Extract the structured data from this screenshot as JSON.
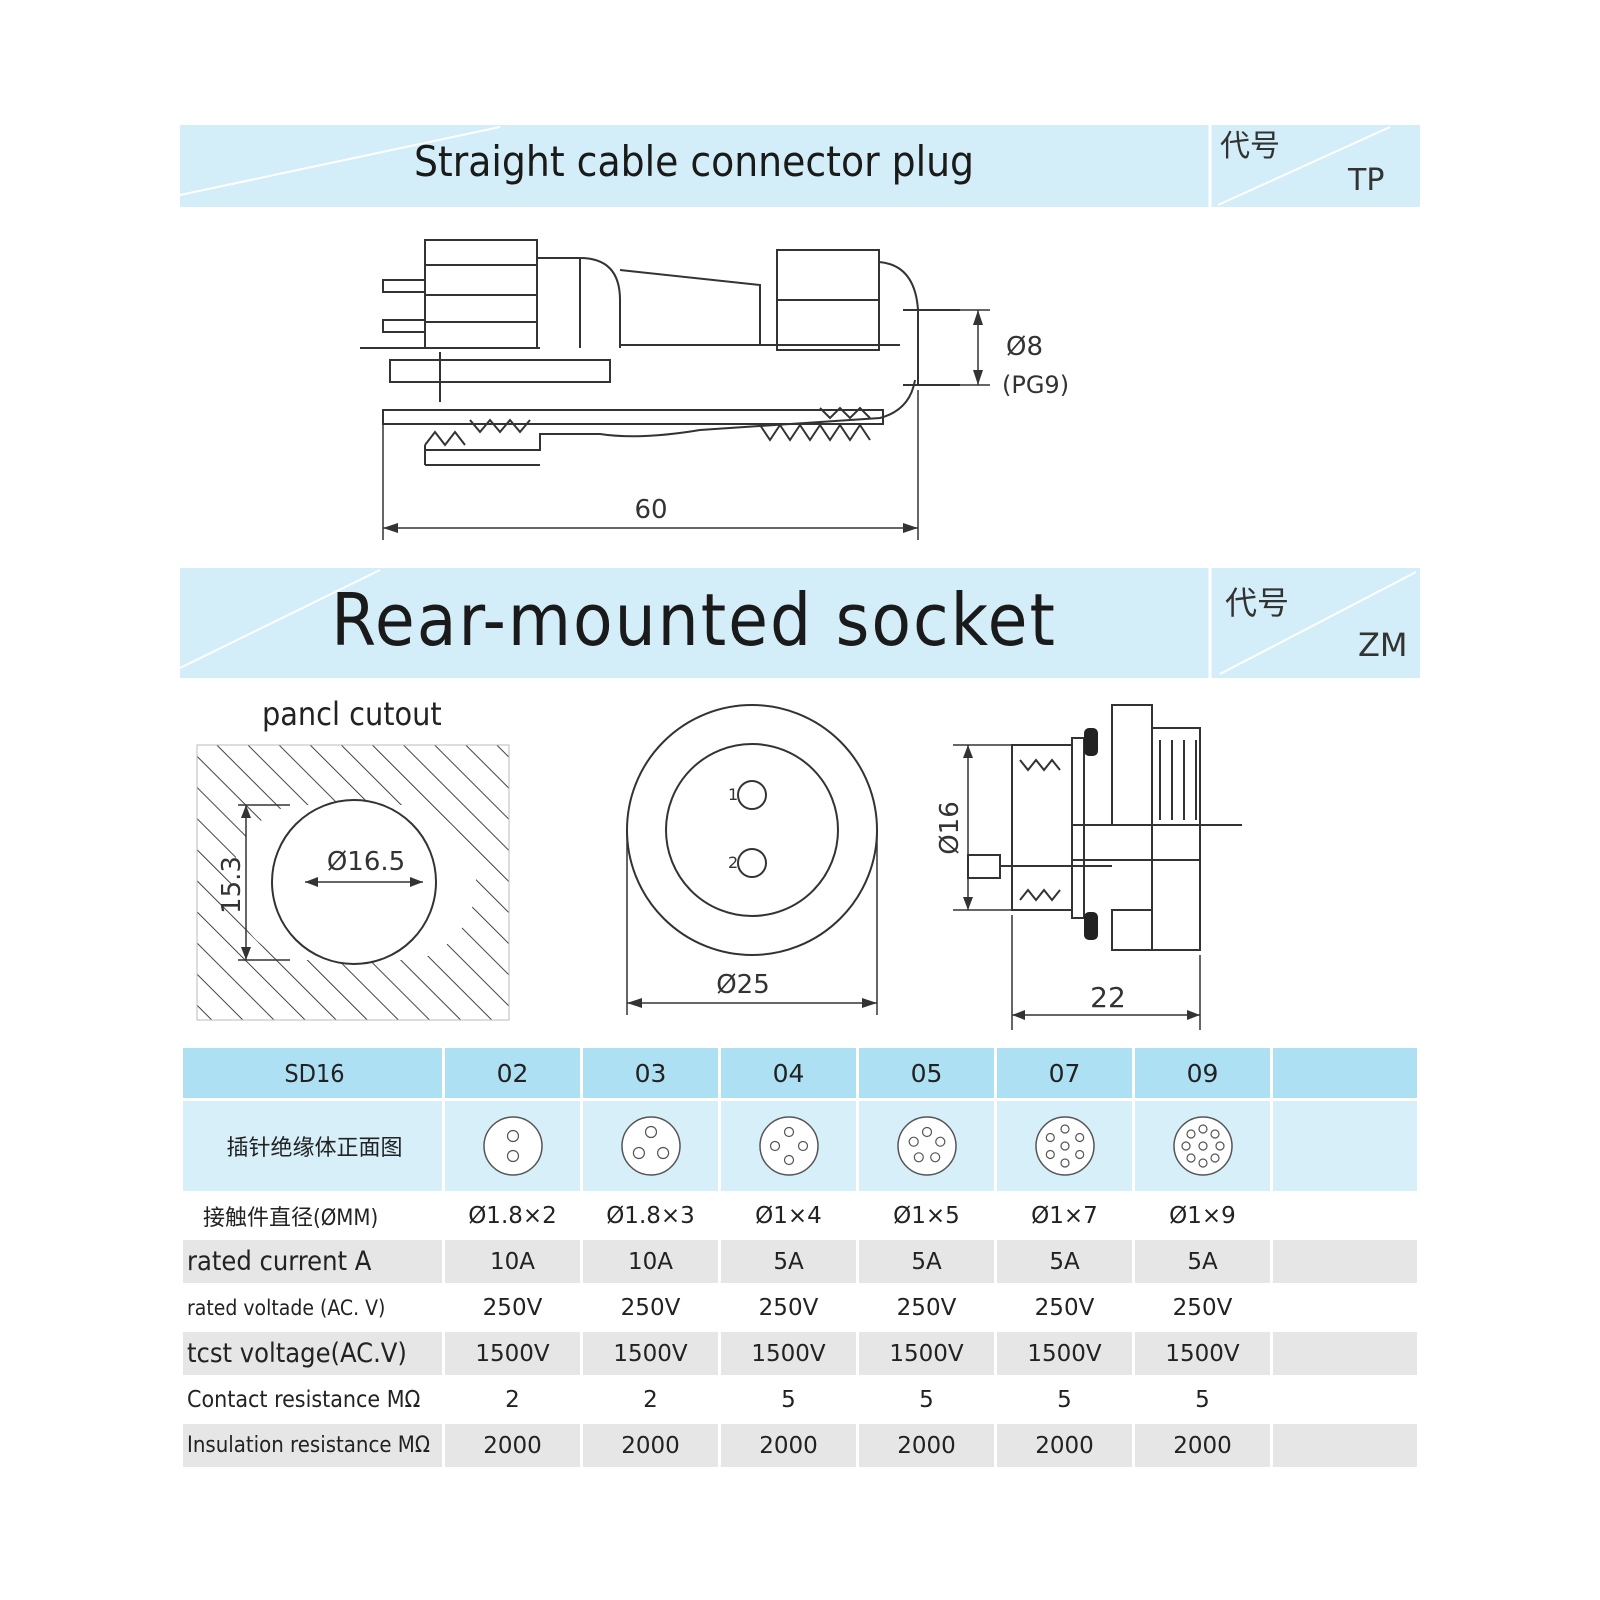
{
  "plug": {
    "title": "Straight cable connector plug",
    "code_label": "代号",
    "code": "TP",
    "dims": {
      "length": "60",
      "cable_dia": "Ø8",
      "thread": "(PG9)"
    }
  },
  "socket": {
    "title": "Rear-mounted socket",
    "code_label": "代号",
    "code": "ZM",
    "panel_label": "pancl cutout",
    "dims": {
      "cutout_dia": "Ø16.5",
      "cutout_flat": "15.3",
      "face_dia": "Ø25",
      "pin1": "1",
      "pin2": "2",
      "body_dia": "Ø16",
      "body_length": "22"
    }
  },
  "table": {
    "header": [
      "SD16",
      "02",
      "03",
      "04",
      "05",
      "07",
      "09",
      ""
    ],
    "pin_row_label": "插针绝缘体正面图",
    "pin_counts": [
      2,
      3,
      4,
      5,
      7,
      9
    ],
    "rows": [
      {
        "label": "接触件直径(ØMM)",
        "values": [
          "Ø1.8×2",
          "Ø1.8×3",
          "Ø1×4",
          "Ø1×5",
          "Ø1×7",
          "Ø1×9",
          ""
        ]
      },
      {
        "label": "rated current A",
        "values": [
          "10A",
          "10A",
          "5A",
          "5A",
          "5A",
          "5A",
          ""
        ]
      },
      {
        "label": "rated voltade (AC. V)",
        "values": [
          "250V",
          "250V",
          "250V",
          "250V",
          "250V",
          "250V",
          ""
        ]
      },
      {
        "label": "tcst voltage(AC.V)",
        "values": [
          "1500V",
          "1500V",
          "1500V",
          "1500V",
          "1500V",
          "1500V",
          ""
        ]
      },
      {
        "label": "Contact resistance  MΩ",
        "values": [
          "2",
          "2",
          "5",
          "5",
          "5",
          "5",
          ""
        ]
      },
      {
        "label": "Insulation resistance MΩ",
        "values": [
          "2000",
          "2000",
          "2000",
          "2000",
          "2000",
          "2000",
          ""
        ]
      }
    ]
  }
}
